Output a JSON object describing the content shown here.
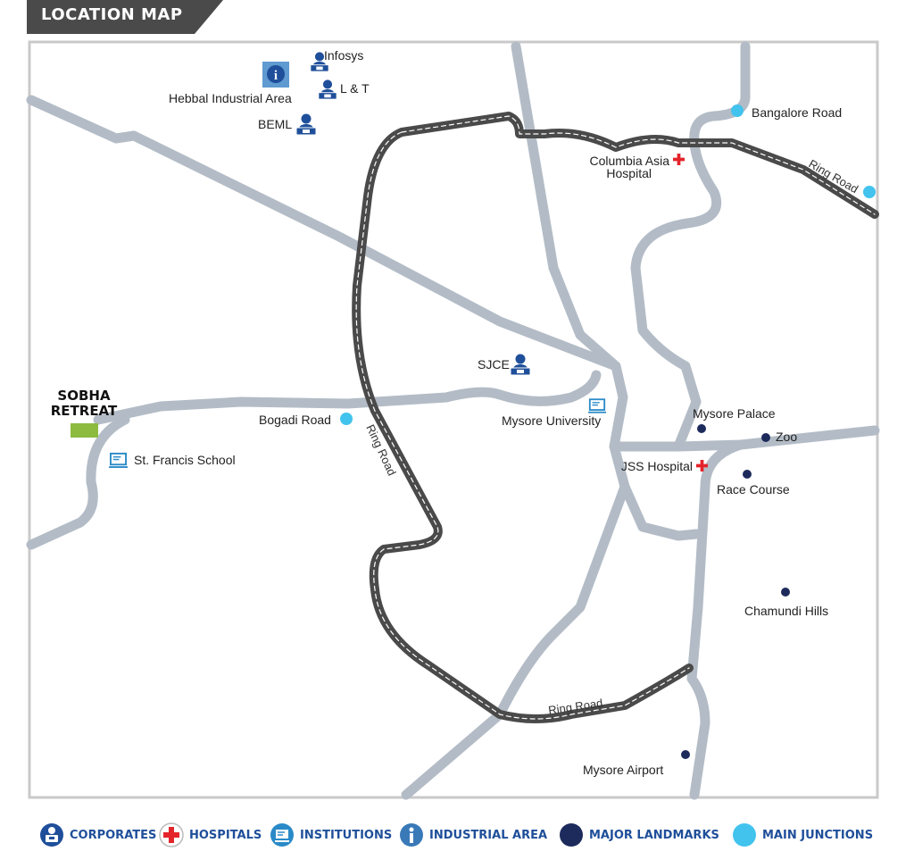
{
  "header": {
    "title": "LOCATION MAP"
  },
  "colors": {
    "road": "#b3bcc6",
    "ring_road": "#4a4a4a",
    "border": "#c9c9c9",
    "corporate": "#1f4f9a",
    "hospital": "#e4242b",
    "institution": "#2a8ac8",
    "industrial": "#3a79b8",
    "landmark": "#1d2a5c",
    "junction": "#42c3ee",
    "project": "#8dbb3f"
  },
  "project": {
    "line1": "SOBHA",
    "line2": "RETREAT"
  },
  "road_labels": {
    "ring_road_1": "Ring Road",
    "ring_road_2": "Ring Road",
    "ring_road_3": "Ring Road"
  },
  "places": {
    "infosys": "Infosys",
    "lt": "L & T",
    "hebbal": "Hebbal Industrial Area",
    "beml": "BEML",
    "bangalore_road": "Bangalore Road",
    "columbia": [
      "Columbia Asia",
      "Hospital"
    ],
    "sjce": "SJCE",
    "bogadi_road": "Bogadi Road",
    "mysore_university": "Mysore University",
    "st_francis": "St. Francis School",
    "mysore_palace": "Mysore Palace",
    "zoo": "Zoo",
    "jss_hospital": "JSS Hospital",
    "race_course": "Race Course",
    "chamundi_hills": "Chamundi Hills",
    "mysore_airport": "Mysore Airport"
  },
  "legend": [
    {
      "key": "corporates",
      "label": "CORPORATES",
      "icon": "corporate-icon"
    },
    {
      "key": "hospitals",
      "label": "HOSPITALS",
      "icon": "hospital-icon"
    },
    {
      "key": "institutions",
      "label": "INSTITUTIONS",
      "icon": "institution-icon"
    },
    {
      "key": "industrial",
      "label": "INDUSTRIAL AREA",
      "icon": "info-icon"
    },
    {
      "key": "landmarks",
      "label": "MAJOR LANDMARKS",
      "icon": "landmark-dot-icon"
    },
    {
      "key": "junctions",
      "label": "MAIN JUNCTIONS",
      "icon": "junction-dot-icon"
    }
  ]
}
